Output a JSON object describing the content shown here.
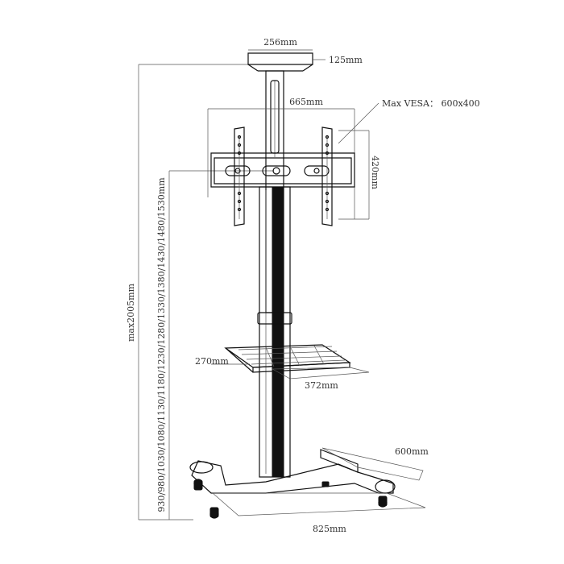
{
  "dimensions": {
    "top_plate_width": "256mm",
    "top_plate_depth": "125mm",
    "mount_width": "665mm",
    "vesa": "Max VESA： 600x400",
    "mount_height": "420mm",
    "height_positions": "930/980/1030/1080/1130/1180/1230/1280/1330/1380/1430/1480/1530mm",
    "max_height": "max2005mm",
    "shelf_depth": "270mm",
    "shelf_width": "372mm",
    "base_depth": "600mm",
    "base_width": "825mm"
  },
  "colors": {
    "line": "#111111",
    "dim_line": "#555555",
    "text": "#333333",
    "pole_highlight": "#ffffff"
  },
  "icons": [
    "tv-stand-drawing",
    "caster-wheel-icon"
  ]
}
